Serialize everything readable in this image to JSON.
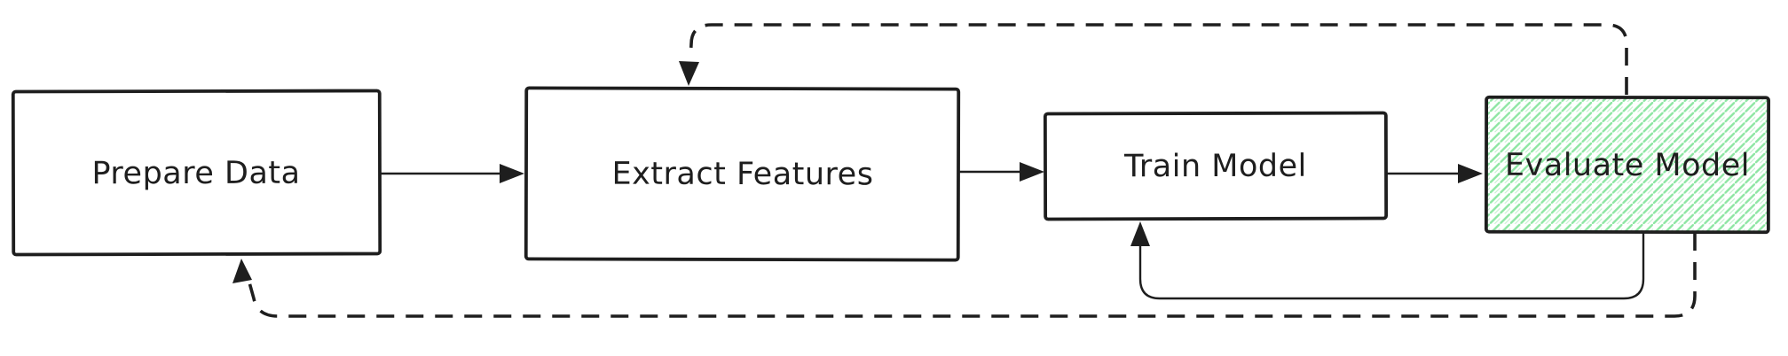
{
  "diagram": {
    "type": "flowchart",
    "background_color": "#ffffff",
    "stroke_color": "#1e1e1e",
    "hatch_fill_color": "#8ee6a3",
    "nodes": [
      {
        "id": "prepare-data",
        "label": "Prepare Data",
        "fill": "white"
      },
      {
        "id": "extract-features",
        "label": "Extract Features",
        "fill": "white"
      },
      {
        "id": "train-model",
        "label": "Train Model",
        "fill": "white"
      },
      {
        "id": "evaluate-model",
        "label": "Evaluate Model",
        "fill": "green-hatch"
      }
    ],
    "connectors": [
      {
        "id": "prepare-to-extract",
        "from": "prepare-data",
        "to": "extract-features",
        "style": "solid-arrow"
      },
      {
        "id": "extract-to-train",
        "from": "extract-features",
        "to": "train-model",
        "style": "solid-arrow"
      },
      {
        "id": "train-to-evaluate",
        "from": "train-model",
        "to": "evaluate-model",
        "style": "solid-arrow"
      },
      {
        "id": "evaluate-to-train-feedback",
        "from": "evaluate-model",
        "to": "train-model",
        "style": "solid-arrow-curved"
      },
      {
        "id": "evaluate-to-extract-feedback",
        "from": "evaluate-model",
        "to": "extract-features",
        "style": "dashed-arrow"
      },
      {
        "id": "evaluate-to-prepare-feedback",
        "from": "evaluate-model",
        "to": "prepare-data",
        "style": "dashed-arrow"
      }
    ]
  }
}
